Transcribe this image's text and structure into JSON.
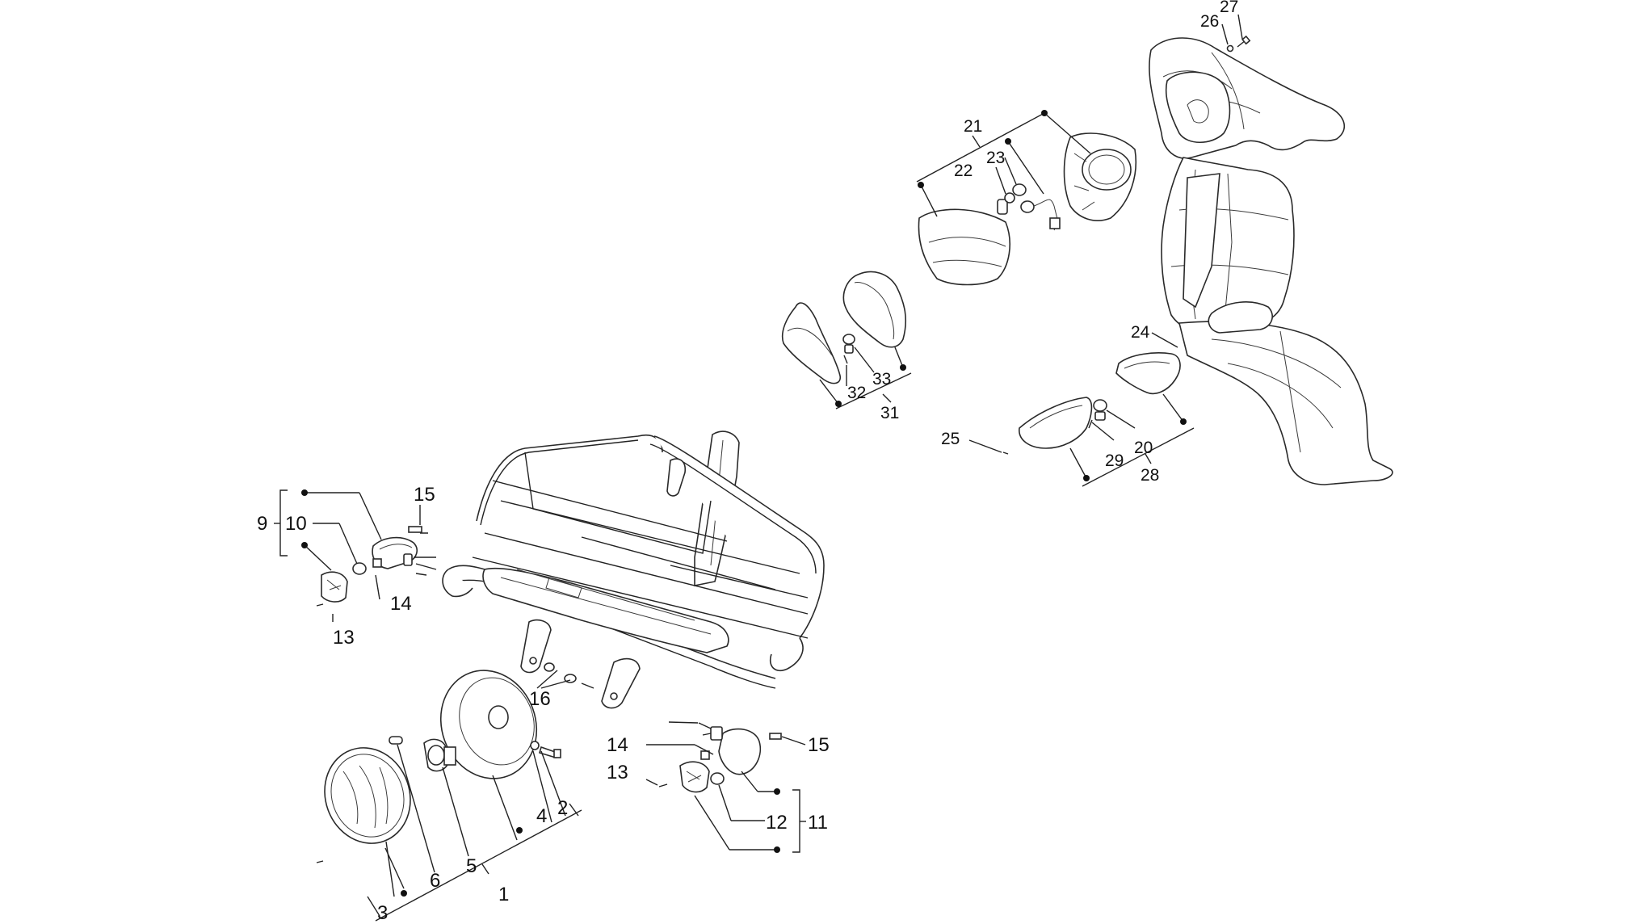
{
  "labels": {
    "l1": "1",
    "l2": "2",
    "l3": "3",
    "l4": "4",
    "l5": "5",
    "l6": "6",
    "l9": "9",
    "l10": "10",
    "l11": "11",
    "l12": "12",
    "l13a": "13",
    "l13b": "13",
    "l14a": "14",
    "l14b": "14",
    "l15a": "15",
    "l15b": "15",
    "l16": "16",
    "l20": "20",
    "l21": "21",
    "l22": "22",
    "l23": "23",
    "l24": "24",
    "l25": "25",
    "l26": "26",
    "l27": "27",
    "l28": "28",
    "l29": "29",
    "l31": "31",
    "l32": "32",
    "l33": "33"
  }
}
